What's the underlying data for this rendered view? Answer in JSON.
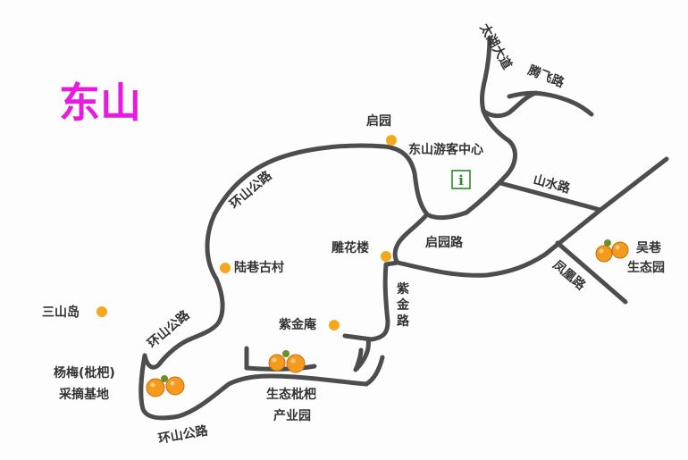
{
  "title": "东山",
  "info_icon_text": "i",
  "icons": {
    "poi": "orange-dot",
    "info": "visitor-center-info-icon",
    "fruit": "loquat-fruit-icon"
  },
  "colors": {
    "road": "#4d4d4d",
    "poi": "#f4a81d",
    "title": "#e81ae0",
    "info": "#2a8a2a"
  },
  "roads": {
    "taihu_avenue": "太湖大道",
    "tengfei_road": "腾飞路",
    "shanshui_road": "山水路",
    "fenghuang_road": "凤凰路",
    "qiyuan_road": "启园路",
    "zijin_road": "紫金路",
    "huanshan_north": "环山公路",
    "huanshan_west": "环山公路",
    "huanshan_south": "环山公路"
  },
  "places": {
    "qiyuan": "启园",
    "visitor_center": "东山游客中心",
    "diaohualou": "雕花楼",
    "luxiang_village": "陆巷古村",
    "sanshan_island": "三山岛",
    "zijin_an": "紫金庵",
    "wuxiang_park_line1": "吴巷",
    "wuxiang_park_line2": "生态园",
    "yangmei_line1": "杨梅(枇杷)",
    "yangmei_line2": "采摘基地",
    "eco_loquat_line1": "生态枇杷",
    "eco_loquat_line2": "产业园"
  }
}
